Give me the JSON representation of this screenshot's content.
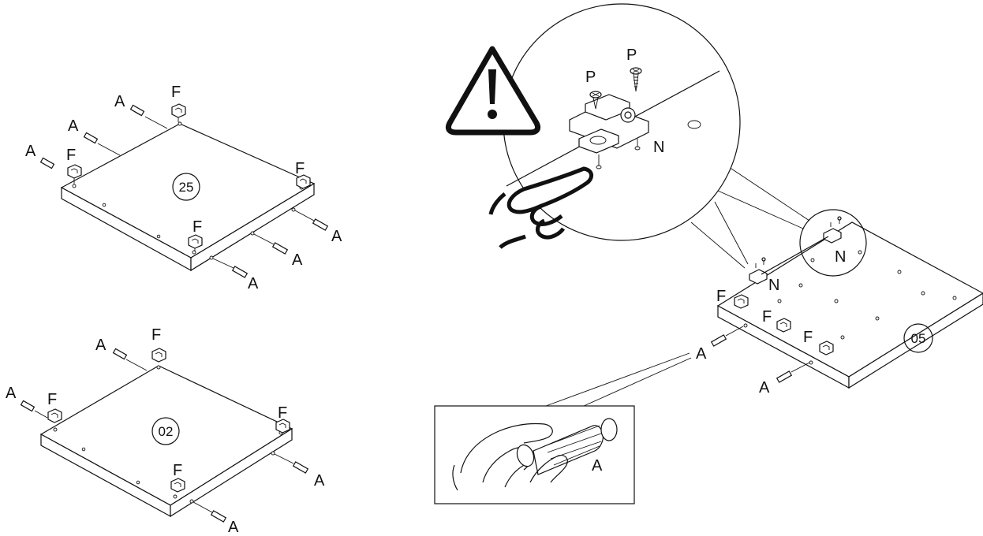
{
  "panels": {
    "p25": {
      "number": "25"
    },
    "p02": {
      "number": "02"
    },
    "p05": {
      "number": "05"
    }
  },
  "labels": {
    "dowel": "A",
    "cam_lock": "F",
    "bracket": "N",
    "screw": "P"
  },
  "icons": {
    "warning": "warning-triangle-icon",
    "hand_press": "hand-press-icon",
    "hand_insert": "hand-insert-dowel-icon"
  },
  "colors": {
    "line": "#111111",
    "background": "#ffffff"
  }
}
